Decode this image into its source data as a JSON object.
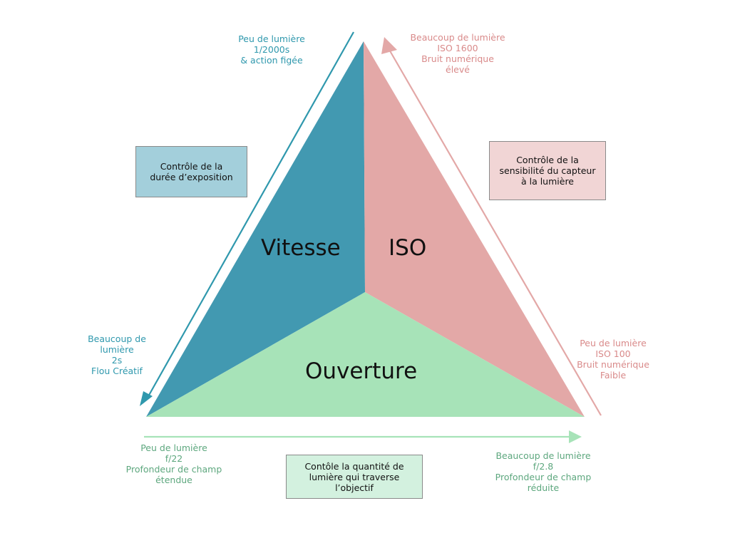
{
  "colors": {
    "vitesse": "#4299b1",
    "iso": "#e3a8a7",
    "ouverture": "#a7e3b8",
    "blue_text": "#2f98ad",
    "pink_text": "#d98a8a",
    "green_text": "#5da77e",
    "blue_box": "#a3cfdb",
    "pink_box": "#f1d5d5",
    "green_box": "#d3f1df"
  },
  "sections": {
    "vitesse": "Vitesse",
    "iso": "ISO",
    "ouverture": "Ouverture"
  },
  "boxes": {
    "vitesse": "Contrôle de la\ndurée d’exposition",
    "iso": "Contrôle de la\nsensibilité du capteur\nà la lumière",
    "ouverture": "Contôle la quantité de\nlumière qui traverse\nl’objectif"
  },
  "notes": {
    "vitesse_top": "Peu de lumière\n1/2000s\n& action figée",
    "vitesse_bottom": "Beaucoup de\nlumière\n2s\nFlou Créatif",
    "iso_top": "Beaucoup de lumière\nISO 1600\nBruit numérique\nélevé",
    "iso_bottom": "Peu de lumière\nISO 100\nBruit numérique\nFaible",
    "ouverture_left": "Peu de lumière\nf/22\nProfondeur de champ\nétendue",
    "ouverture_right": "Beaucoup de lumière\nf/2.8\nProfondeur de champ\nréduite"
  }
}
